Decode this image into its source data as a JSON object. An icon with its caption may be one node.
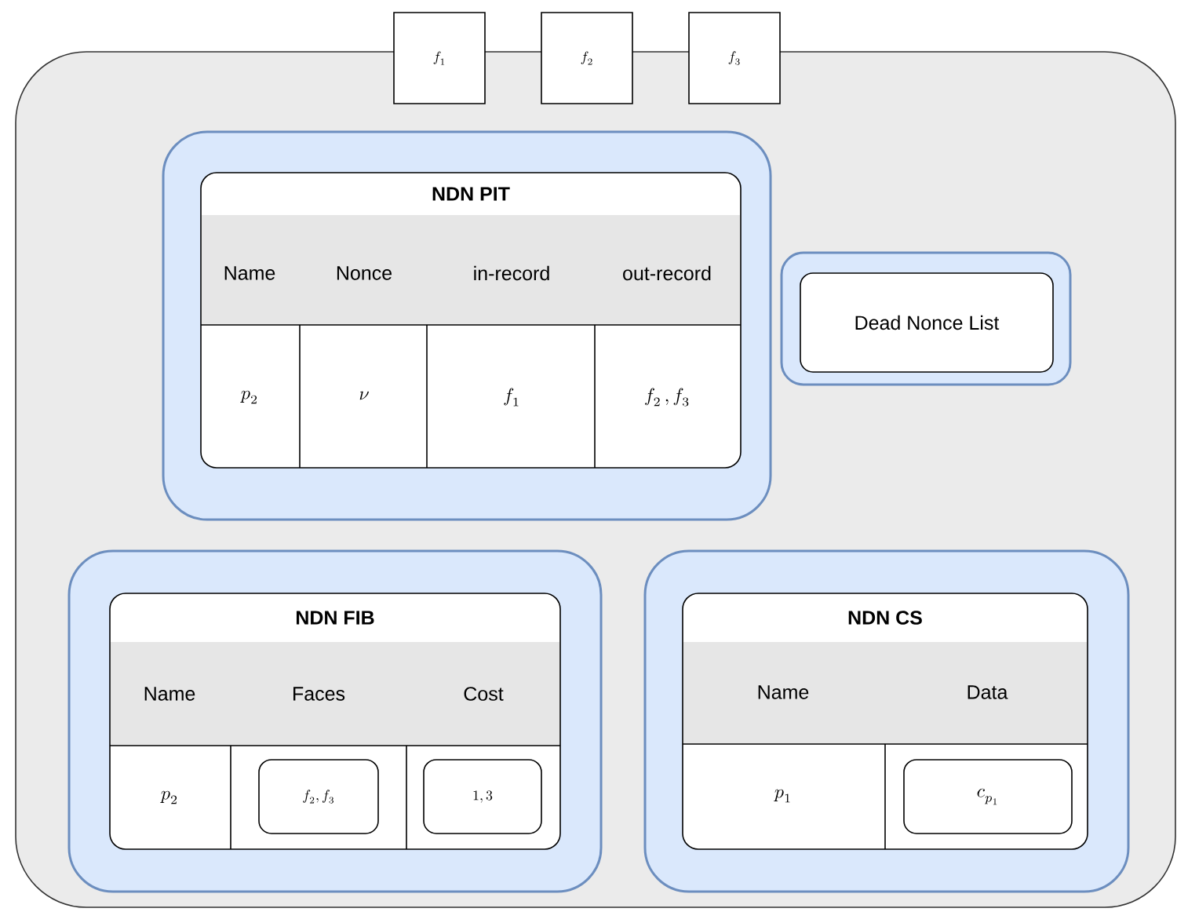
{
  "diagram": {
    "nodes": [
      {
        "text": [],
        "shape": "box"
      },
      {
        "text": [
          "f_1"
        ]
      },
      {
        "text": [
          "f_2"
        ]
      },
      {
        "text": [
          "f_3"
        ]
      },
      {
        "text": [],
        "shape": "box",
        "in": 0
      },
      {
        "text": [
          "NDN PIT"
        ],
        "in": 4
      },
      {
        "text": [],
        "shape": "box",
        "in": 0
      },
      {
        "text": [
          "Dead Nonce List"
        ],
        "in": 6
      },
      {
        "text": [],
        "shape": "box",
        "in": 0
      },
      {
        "text": [
          "NDN FIB"
        ],
        "in": 8
      },
      {
        "text": [
          "f_2, f_3"
        ],
        "in": 9
      },
      {
        "text": [
          "1, 3"
        ],
        "in": 9
      },
      {
        "text": [],
        "shape": "box",
        "in": 0
      },
      {
        "text": [
          "NDN CS"
        ],
        "in": 12
      },
      {
        "text": [
          "c_{p_1}"
        ],
        "in": 13
      }
    ],
    "edges": [],
    "labels": [
      "Name",
      "Nonce",
      "in-record",
      "out-record",
      "p_2",
      "\\nu",
      "f_1",
      "f_2\\,, f_3",
      "Name",
      "Faces",
      "Cost",
      "p_2",
      "Name",
      "Data",
      "p_1"
    ]
  }
}
